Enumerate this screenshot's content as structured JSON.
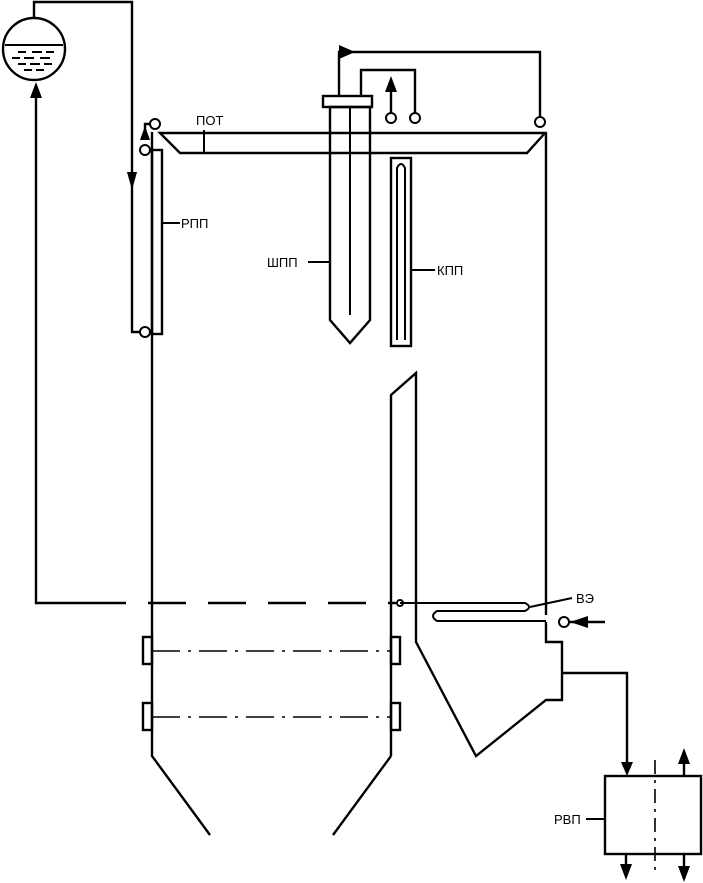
{
  "labels": {
    "pot": "ПОТ",
    "rpp": "РПП",
    "shpp": "ШПП",
    "kpp": "КПП",
    "ve": "ВЭ",
    "rvp": "РВП"
  },
  "colors": {
    "line": "#000000",
    "background": "#ffffff"
  }
}
